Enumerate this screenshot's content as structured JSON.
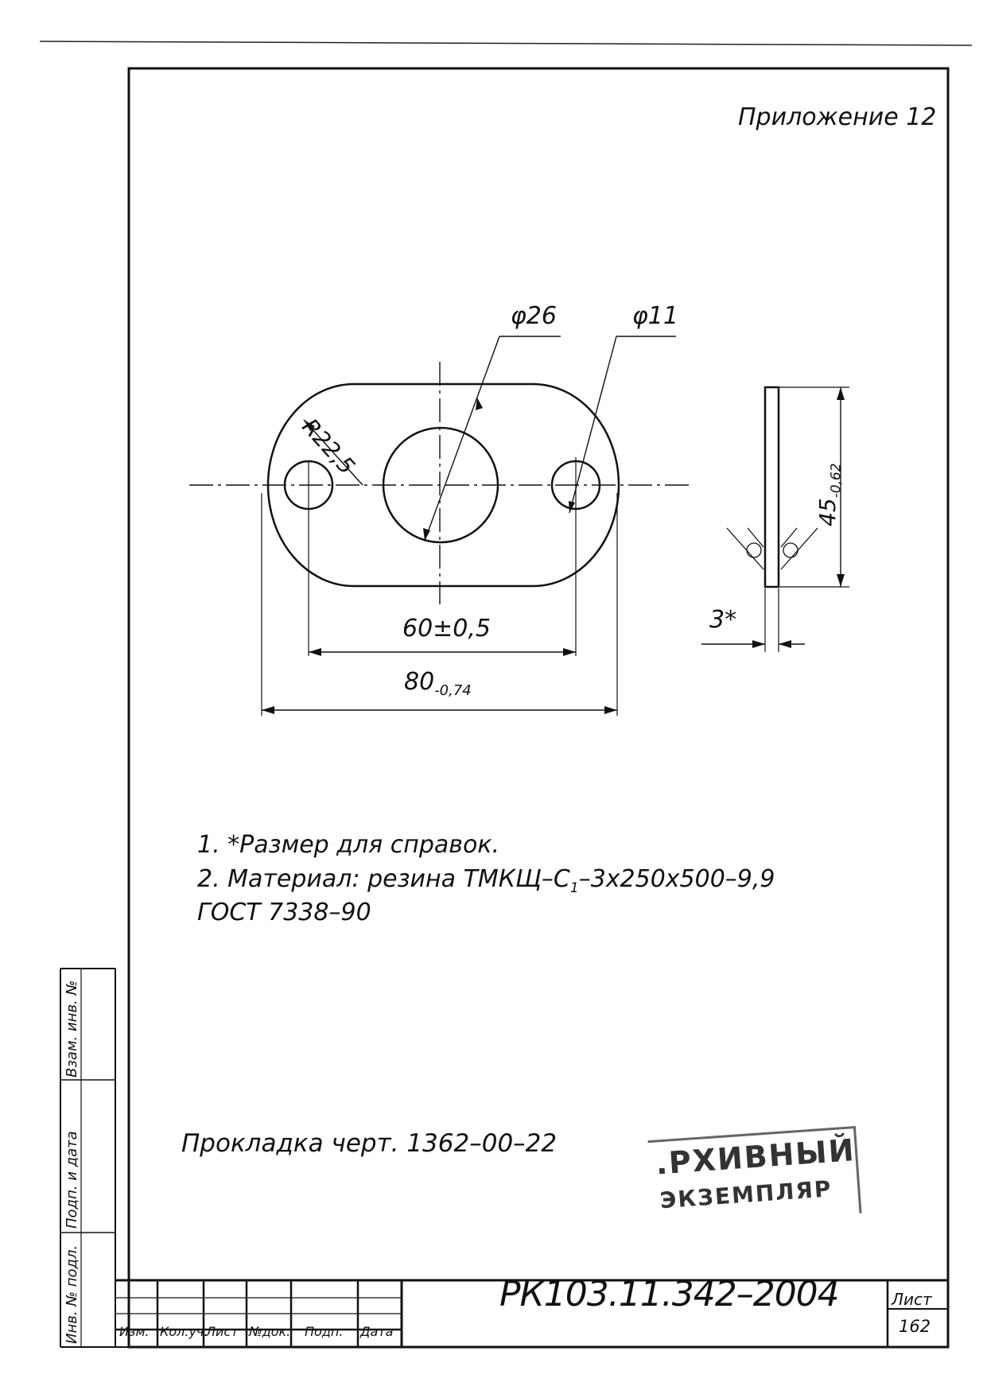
{
  "appendix": "Приложение 12",
  "dimensions": {
    "d26": "φ26",
    "d11": "φ11",
    "radius": "R22,5",
    "center_distance": "60±0,5",
    "length_main": "80",
    "length_tol": "-0,74",
    "height_main": "45",
    "height_tol": "-0,62",
    "thickness": "3*"
  },
  "notes": [
    "1.  *Размер для справок.",
    "2. Материал: резина   ТМКЩ–С",
    "ГОСТ 7338–90"
  ],
  "note2_sub": "1",
  "note2_tail": "–3х250х500–9,9",
  "caption": "Прокладка черт. 1362–00–22",
  "stamp": {
    "line1": ".РХИВНЫЙ",
    "line2": "ЭКЗЕМПЛЯР"
  },
  "title_block": {
    "doc_code": "РК103.11.342–2004",
    "sheet_label": "Лист",
    "sheet_number": "162",
    "columns": [
      "Изм.",
      "Кол.уч.",
      "Лист",
      "№док.",
      "Подп.",
      "Дата"
    ]
  },
  "side_labels": [
    "Взам. инв. №",
    "Подп. и дата",
    "Инв. № подл."
  ]
}
